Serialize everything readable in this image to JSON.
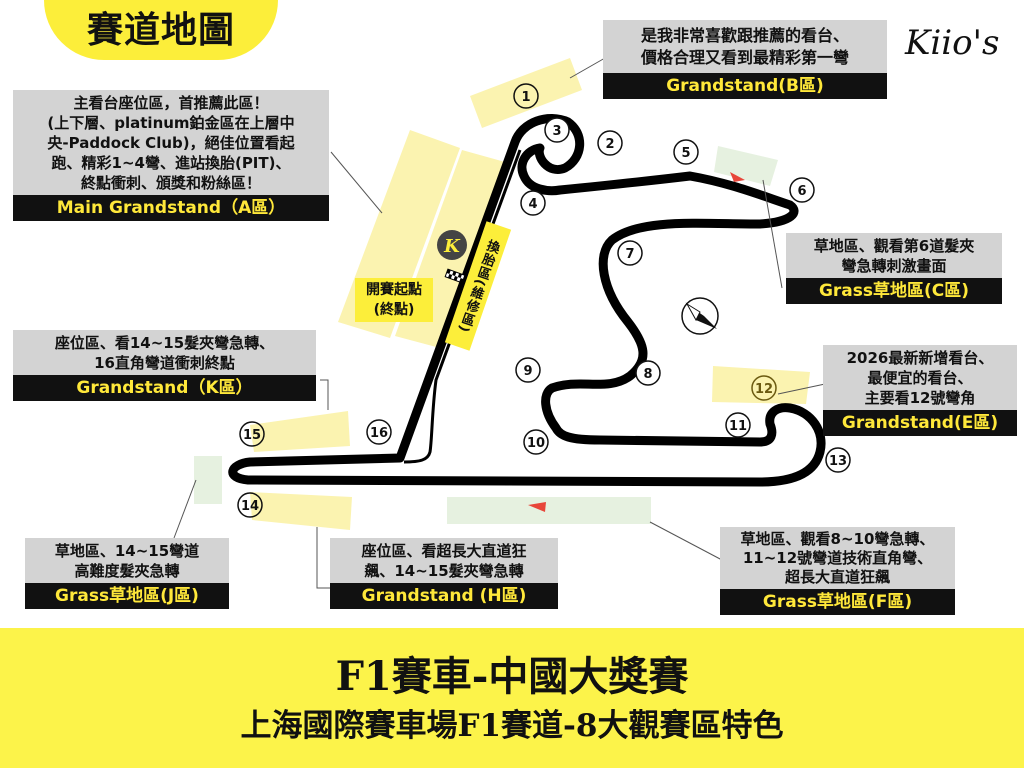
{
  "header": {
    "title": "賽道地圖",
    "logo_text": "Kiio's"
  },
  "map": {
    "start_label": "開賽起點\n(終點)",
    "pit_label": "換胎區(維修區)",
    "compass": "north-arrow-icon",
    "turns": [
      "1",
      "2",
      "3",
      "4",
      "5",
      "6",
      "7",
      "8",
      "9",
      "10",
      "11",
      "12",
      "13",
      "14",
      "15",
      "16"
    ],
    "colors": {
      "track": "#000000",
      "grandstand_fill": "#fbf3b0",
      "grass_fill": "#e6f1e0",
      "pit_fill": "#fcee3a",
      "marker_red": "#e8463a"
    }
  },
  "zones": {
    "A": {
      "desc": "主看台座位區，首推薦此區！\n(上下層、platinum鉑金區在上層中\n央-Paddock Club)，絕佳位置看起\n跑、精彩1~4彎、進站換胎(PIT)、\n終點衝刺、頒獎和粉絲區！",
      "tag": "Main Grandstand（A區）"
    },
    "B": {
      "desc": "是我非常喜歡跟推薦的看台、\n價格合理又看到最精彩第一彎",
      "tag": "Grandstand(B區)"
    },
    "C": {
      "desc": "草地區、觀看第6道髮夾\n彎急轉刺激畫面",
      "tag": "Grass草地區(C區)"
    },
    "E": {
      "desc": "2026最新新增看台、\n最便宜的看台、\n主要看12號彎角",
      "tag": "Grandstand(E區)"
    },
    "K": {
      "desc": "座位區、看14~15髮夾彎急轉、\n16直角彎道衝刺終點",
      "tag": "Grandstand（K區）"
    },
    "J": {
      "desc": "草地區、14~15彎道\n高難度髮夾急轉",
      "tag": "Grass草地區(J區)"
    },
    "H": {
      "desc": "座位區、看超長大直道狂\n飆、14~15髮夾彎急轉",
      "tag": "Grandstand (H區)"
    },
    "F": {
      "desc": "草地區、觀看8~10彎急轉、\n11~12號彎道技術直角彎、\n超長大直道狂飆",
      "tag": "Grass草地區(F區)"
    }
  },
  "banner": {
    "line1": "F1賽車-中國大獎賽",
    "line2": "上海國際賽車場F1賽道-8大觀賽區特色"
  }
}
